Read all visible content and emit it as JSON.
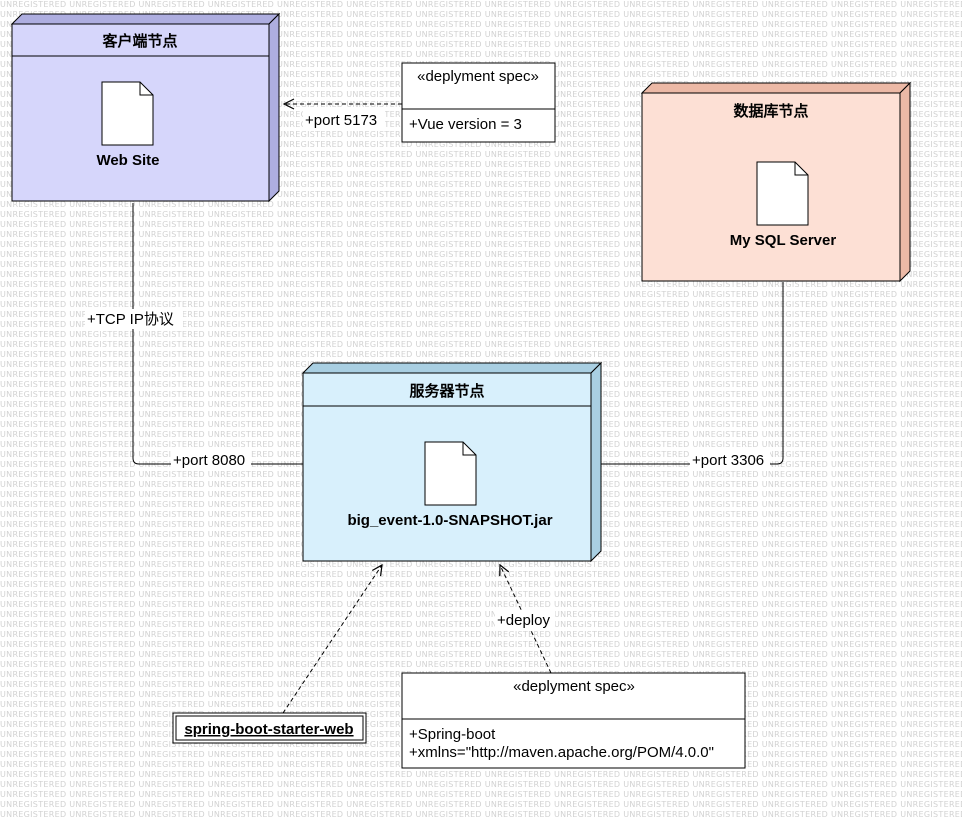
{
  "watermark": "UNREGISTERED",
  "nodes": {
    "client": {
      "title": "客户端节点",
      "artifact": "Web Site"
    },
    "database": {
      "title": "数据库节点",
      "artifact": "My SQL Server"
    },
    "server": {
      "title": "服务器节点",
      "artifact": "big_event-1.0-SNAPSHOT.jar"
    }
  },
  "specs": {
    "vue": {
      "stereotype": "«deplyment spec»",
      "props": [
        "+Vue version = 3"
      ]
    },
    "spring": {
      "stereotype": "«deplyment spec»",
      "props": [
        "+Spring-boot",
        "+xmlns=\"http://maven.apache.org/POM/4.0.0\""
      ]
    }
  },
  "component": {
    "label": "spring-boot-starter-web"
  },
  "edges": {
    "client_spec_port": "+port 5173",
    "client_server_protocol": "+TCP IP协议",
    "client_server_port": "+port 8080",
    "db_server_port": "+port 3306",
    "spec_server_label": "+deploy"
  },
  "colors": {
    "client_fill": "#d6d6fb",
    "database_fill": "#fde0d5",
    "server_fill": "#d8f0fc",
    "stroke": "#000000",
    "watermark": "#d2d2d2"
  }
}
